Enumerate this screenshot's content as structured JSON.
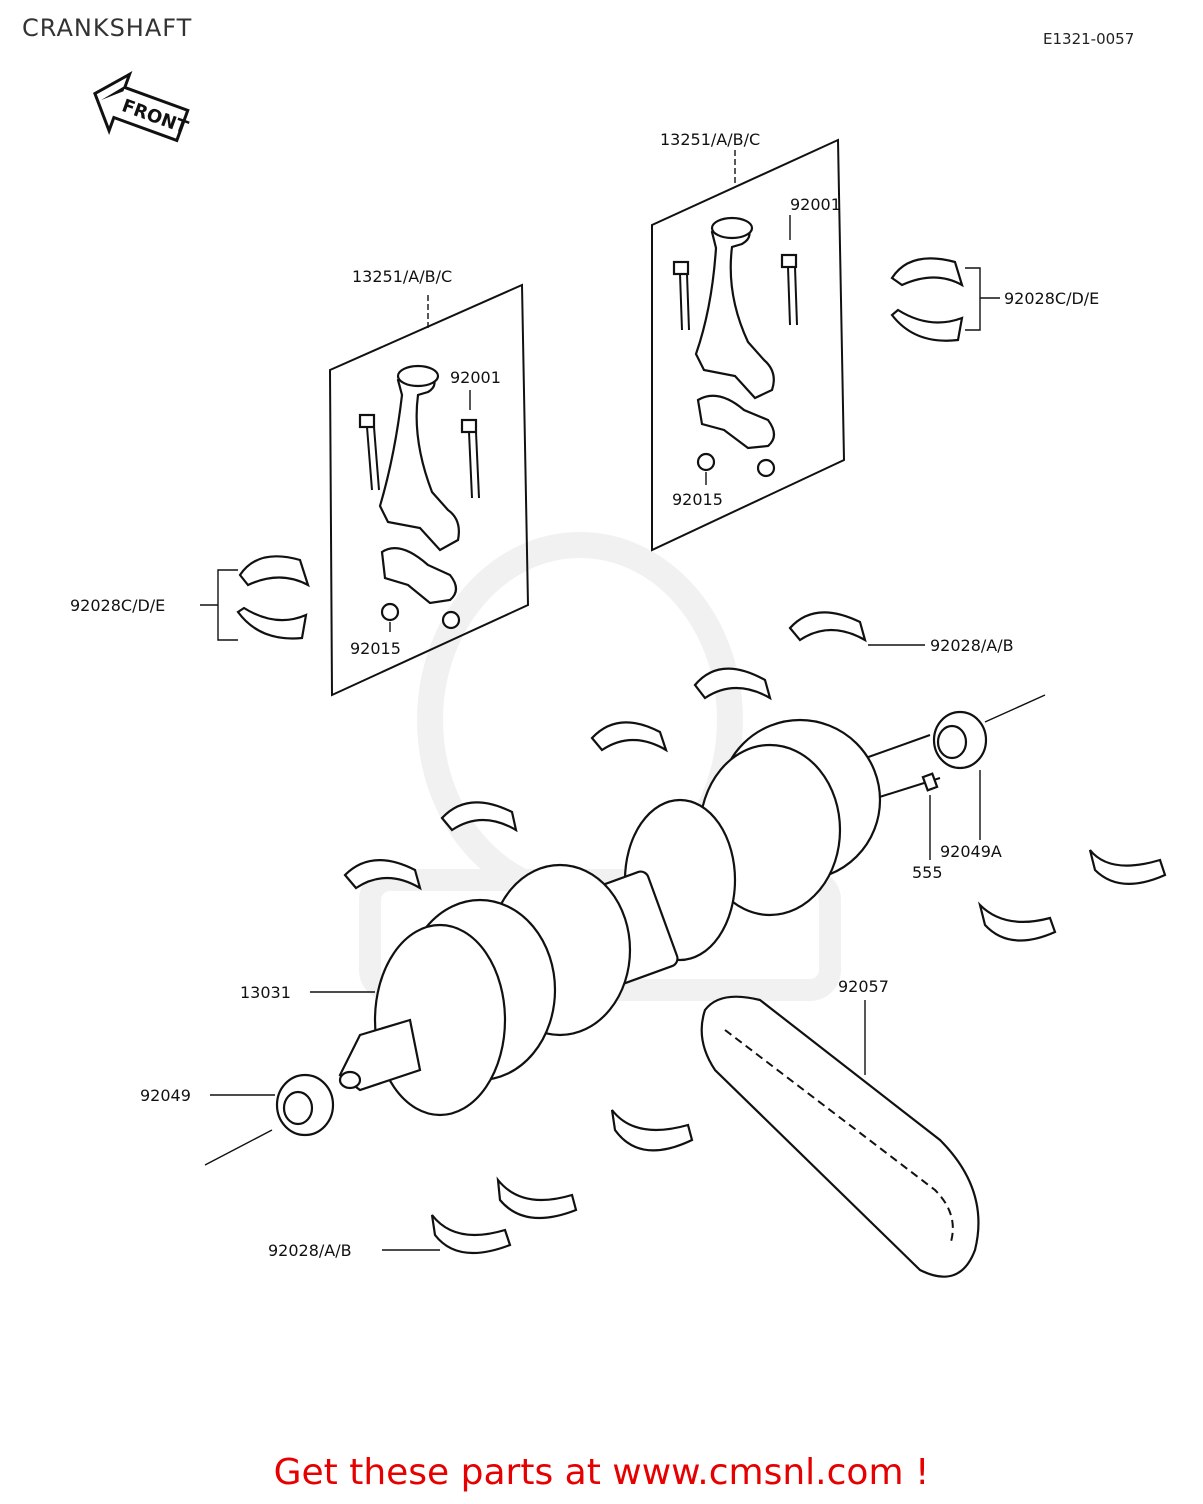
{
  "header": {
    "title": "CRANKSHAFT",
    "diagram_code": "E1321-0057"
  },
  "direction_badge": "FRONT",
  "labels": {
    "rod_assy_left": "13251/A/B/C",
    "rod_assy_right": "13251/A/B/C",
    "bolt_left": "92001",
    "bolt_right": "92001",
    "nut_left": "92015",
    "nut_right": "92015",
    "rod_bearing_left": "92028C/D/E",
    "rod_bearing_right": "92028C/D/E",
    "main_bearing_top": "92028/A/B",
    "main_bearing_bottom": "92028/A/B",
    "crankshaft": "13031",
    "oil_seal_left": "92049",
    "oil_seal_right": "92049A",
    "key": "555",
    "chain": "92057"
  },
  "footer": {
    "cta": "Get these parts at www.cmsnl.com !"
  },
  "colors": {
    "footer_text": "#e60000",
    "line_art": "#111111",
    "watermark": "#e4e4e4"
  }
}
